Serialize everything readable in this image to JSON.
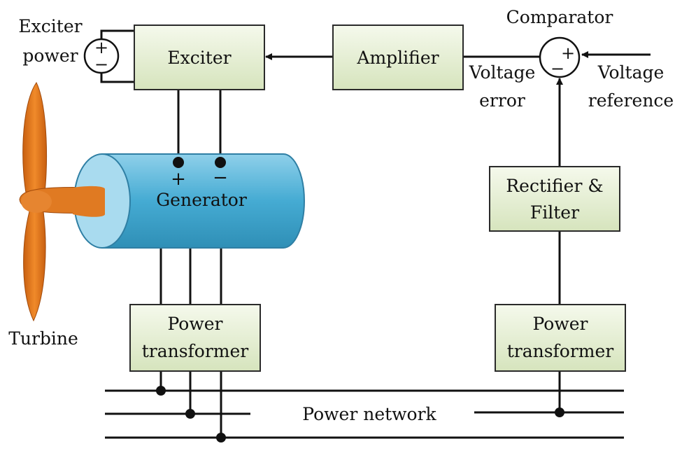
{
  "labels": {
    "exciter_power_line1": "Exciter",
    "exciter_power_line2": "power",
    "exciter": "Exciter",
    "amplifier": "Amplifier",
    "comparator": "Comparator",
    "voltage_error_line1": "Voltage",
    "voltage_error_line2": "error",
    "voltage_reference_line1": "Voltage",
    "voltage_reference_line2": "reference",
    "generator": "Generator",
    "rectifier_line1": "Rectifier &",
    "rectifier_line2": "Filter",
    "power_transformer_left_line1": "Power",
    "power_transformer_left_line2": "transformer",
    "power_transformer_right_line1": "Power",
    "power_transformer_right_line2": "transformer",
    "turbine": "Turbine",
    "power_network": "Power network"
  },
  "symbols": {
    "plus": "+",
    "minus": "−"
  },
  "colors": {
    "box_fill_top": "#f5f9ec",
    "box_fill_bottom": "#d9e6c0",
    "generator_body": "#4db3d8",
    "generator_face": "#a9dbef",
    "turbine": "#e67e22"
  },
  "icons": {
    "exciter_source": "dc-source-icon",
    "comparator": "summing-junction-icon",
    "turbine": "turbine-blade-icon",
    "generator": "cylinder-generator-icon"
  }
}
